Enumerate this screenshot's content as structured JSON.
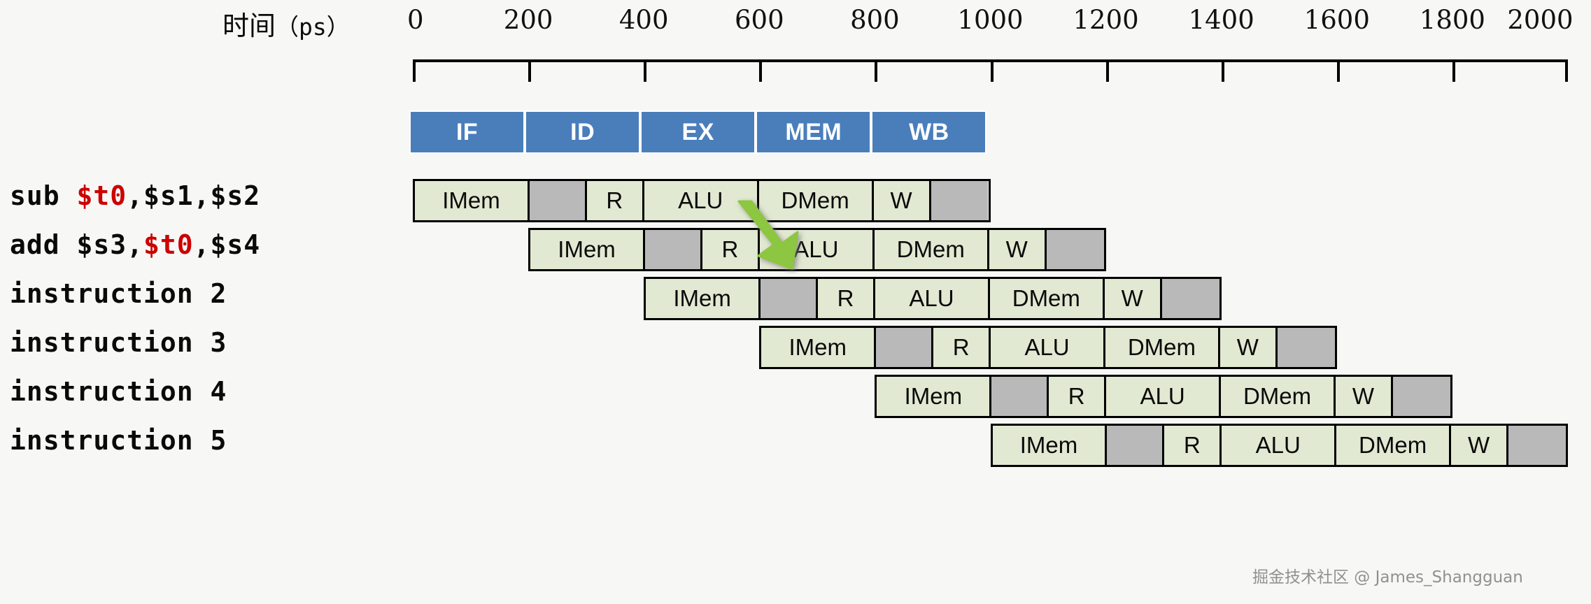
{
  "axis": {
    "title_cn": "时间",
    "title_unit": "（ps）",
    "ticks": [
      0,
      200,
      400,
      600,
      800,
      1000,
      1200,
      1400,
      1600,
      1800,
      2000
    ],
    "unit": "ps",
    "min": 0,
    "max": 2000,
    "step": 200
  },
  "stage_header": {
    "stages": [
      "IF",
      "ID",
      "EX",
      "MEM",
      "WB"
    ],
    "color": "#4a7ebb",
    "text_color": "#ffffff"
  },
  "colors": {
    "cell_active": "#e2e9d2",
    "cell_idle": "#b9b9b9",
    "border": "#000000",
    "highlight_register": "#cc0000",
    "arrow": "#8dc63f",
    "background": "#f7f7f5"
  },
  "chart_data": {
    "type": "bar",
    "title": "MIPS 5-stage pipeline timing diagram with forwarding",
    "xlabel": "时间（ps）",
    "ylabel": "",
    "xlim": [
      0,
      2000
    ],
    "x_tick_step": 200,
    "grid": false,
    "legend": "none",
    "stage_labels": [
      "IF",
      "ID",
      "EX",
      "MEM",
      "WB"
    ],
    "rows": [
      {
        "instruction": "sub $t0,$s1,$s2",
        "start_ps": 0,
        "cells": [
          {
            "label": "IMem",
            "start_ps": 0,
            "end_ps": 200,
            "kind": "active"
          },
          {
            "label": "",
            "start_ps": 200,
            "end_ps": 300,
            "kind": "idle"
          },
          {
            "label": "R",
            "start_ps": 300,
            "end_ps": 400,
            "kind": "active"
          },
          {
            "label": "ALU",
            "start_ps": 400,
            "end_ps": 600,
            "kind": "active"
          },
          {
            "label": "DMem",
            "start_ps": 600,
            "end_ps": 800,
            "kind": "active"
          },
          {
            "label": "W",
            "start_ps": 800,
            "end_ps": 900,
            "kind": "active"
          },
          {
            "label": "",
            "start_ps": 900,
            "end_ps": 1000,
            "kind": "idle"
          }
        ]
      },
      {
        "instruction": "add $s3,$t0,$s4",
        "start_ps": 200,
        "cells": [
          {
            "label": "IMem",
            "start_ps": 200,
            "end_ps": 400,
            "kind": "active"
          },
          {
            "label": "",
            "start_ps": 400,
            "end_ps": 500,
            "kind": "idle"
          },
          {
            "label": "R",
            "start_ps": 500,
            "end_ps": 600,
            "kind": "active"
          },
          {
            "label": "ALU",
            "start_ps": 600,
            "end_ps": 800,
            "kind": "active"
          },
          {
            "label": "DMem",
            "start_ps": 800,
            "end_ps": 1000,
            "kind": "active"
          },
          {
            "label": "W",
            "start_ps": 1000,
            "end_ps": 1100,
            "kind": "active"
          },
          {
            "label": "",
            "start_ps": 1100,
            "end_ps": 1200,
            "kind": "idle"
          }
        ]
      },
      {
        "instruction": "instruction 2",
        "start_ps": 400,
        "cells": [
          {
            "label": "IMem",
            "start_ps": 400,
            "end_ps": 600,
            "kind": "active"
          },
          {
            "label": "",
            "start_ps": 600,
            "end_ps": 700,
            "kind": "idle"
          },
          {
            "label": "R",
            "start_ps": 700,
            "end_ps": 800,
            "kind": "active"
          },
          {
            "label": "ALU",
            "start_ps": 800,
            "end_ps": 1000,
            "kind": "active"
          },
          {
            "label": "DMem",
            "start_ps": 1000,
            "end_ps": 1200,
            "kind": "active"
          },
          {
            "label": "W",
            "start_ps": 1200,
            "end_ps": 1300,
            "kind": "active"
          },
          {
            "label": "",
            "start_ps": 1300,
            "end_ps": 1400,
            "kind": "idle"
          }
        ]
      },
      {
        "instruction": "instruction 3",
        "start_ps": 600,
        "cells": [
          {
            "label": "IMem",
            "start_ps": 600,
            "end_ps": 800,
            "kind": "active"
          },
          {
            "label": "",
            "start_ps": 800,
            "end_ps": 900,
            "kind": "idle"
          },
          {
            "label": "R",
            "start_ps": 900,
            "end_ps": 1000,
            "kind": "active"
          },
          {
            "label": "ALU",
            "start_ps": 1000,
            "end_ps": 1200,
            "kind": "active"
          },
          {
            "label": "DMem",
            "start_ps": 1200,
            "end_ps": 1400,
            "kind": "active"
          },
          {
            "label": "W",
            "start_ps": 1400,
            "end_ps": 1500,
            "kind": "active"
          },
          {
            "label": "",
            "start_ps": 1500,
            "end_ps": 1600,
            "kind": "idle"
          }
        ]
      },
      {
        "instruction": "instruction 4",
        "start_ps": 800,
        "cells": [
          {
            "label": "IMem",
            "start_ps": 800,
            "end_ps": 1000,
            "kind": "active"
          },
          {
            "label": "",
            "start_ps": 1000,
            "end_ps": 1100,
            "kind": "idle"
          },
          {
            "label": "R",
            "start_ps": 1100,
            "end_ps": 1200,
            "kind": "active"
          },
          {
            "label": "ALU",
            "start_ps": 1200,
            "end_ps": 1400,
            "kind": "active"
          },
          {
            "label": "DMem",
            "start_ps": 1400,
            "end_ps": 1600,
            "kind": "active"
          },
          {
            "label": "W",
            "start_ps": 1600,
            "end_ps": 1700,
            "kind": "active"
          },
          {
            "label": "",
            "start_ps": 1700,
            "end_ps": 1800,
            "kind": "idle"
          }
        ]
      },
      {
        "instruction": "instruction 5",
        "start_ps": 1000,
        "cells": [
          {
            "label": "IMem",
            "start_ps": 1000,
            "end_ps": 1200,
            "kind": "active"
          },
          {
            "label": "",
            "start_ps": 1200,
            "end_ps": 1300,
            "kind": "idle"
          },
          {
            "label": "R",
            "start_ps": 1300,
            "end_ps": 1400,
            "kind": "active"
          },
          {
            "label": "ALU",
            "start_ps": 1400,
            "end_ps": 1600,
            "kind": "active"
          },
          {
            "label": "DMem",
            "start_ps": 1600,
            "end_ps": 1800,
            "kind": "active"
          },
          {
            "label": "W",
            "start_ps": 1800,
            "end_ps": 1900,
            "kind": "active"
          },
          {
            "label": "",
            "start_ps": 1900,
            "end_ps": 2000,
            "kind": "idle"
          }
        ]
      }
    ],
    "annotations": [
      {
        "type": "arrow",
        "name": "forwarding-arrow",
        "from_row": 0,
        "from_stage": "MEM",
        "to_row": 1,
        "to_stage": "EX",
        "color": "#8dc63f"
      }
    ]
  },
  "instructions": [
    {
      "prefix": "sub ",
      "highlight": "$t0",
      "suffix": ",$s1,$s2",
      "highlight_pos": "first"
    },
    {
      "prefix": "add $s3,",
      "highlight": "$t0",
      "suffix": ",$s4",
      "highlight_pos": "middle"
    },
    {
      "prefix": "instruction 2",
      "highlight": "",
      "suffix": ""
    },
    {
      "prefix": "instruction 3",
      "highlight": "",
      "suffix": ""
    },
    {
      "prefix": "instruction 4",
      "highlight": "",
      "suffix": ""
    },
    {
      "prefix": "instruction 5",
      "highlight": "",
      "suffix": ""
    }
  ],
  "watermark": {
    "text": "掘金技术社区 @ James_Shangguan"
  }
}
